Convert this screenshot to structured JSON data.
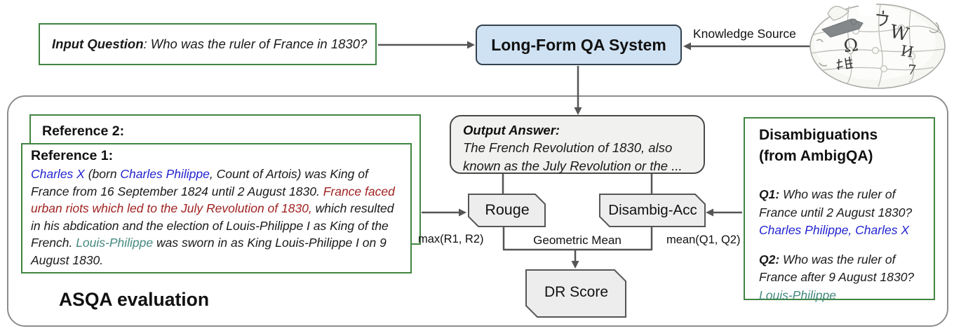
{
  "colors": {
    "reference_border_green": "#418541",
    "qa_box_fill": "#cfe2f3",
    "qa_box_border": "#33424f",
    "metric_box_fill": "#ededed",
    "metric_box_border": "#565656",
    "container_border": "#8d8d8d",
    "arrow_gray": "#555555",
    "entity_blue": "#2323d1",
    "fact_red": "#a02222",
    "entity_teal": "#45897f"
  },
  "top": {
    "input_question_label": "Input Question",
    "input_question_text": ": Who was the ruler of France in 1830?",
    "qa_system_label": "Long-Form QA System",
    "knowledge_source_label": "Knowledge Source",
    "globe_glyphs": [
      "ウ",
      "W",
      "Ω",
      "И",
      "維",
      "7"
    ]
  },
  "evaluation": {
    "caption": "ASQA evaluation",
    "reference2_label": "Reference 2:",
    "reference1_label": "Reference 1:",
    "reference1_segments": [
      {
        "text": "Charles X",
        "color": "#2323d1"
      },
      {
        "text": " (born ",
        "color": "#1a1a1a"
      },
      {
        "text": "Charles Philippe",
        "color": "#2323d1"
      },
      {
        "text": ", Count of Artois) was King of France from 16 September 1824 until 2 August 1830. ",
        "color": "#1a1a1a"
      },
      {
        "text": "France faced urban riots which led to the July Revolution of 1830,",
        "color": "#a02222"
      },
      {
        "text": " which resulted in his abdication and the election of Louis-Philippe I as King of the French. ",
        "color": "#1a1a1a"
      },
      {
        "text": "Louis-Philippe",
        "color": "#45897f"
      },
      {
        "text": " was sworn in as King Louis-Philippe I on 9 August 1830.",
        "color": "#1a1a1a"
      }
    ],
    "output_answer_label": "Output Answer:",
    "output_answer_text": "The French Revolution of 1830, also known as the July Revolution or the ...",
    "rouge_label": "Rouge",
    "disambig_acc_label": "Disambig-Acc",
    "dr_score_label": "DR Score",
    "max_label": "max(R1, R2)",
    "geometric_mean_label": "Geometric Mean",
    "mean_label": "mean(Q1, Q2)",
    "disambiguations": {
      "title_line1": "Disambiguations",
      "title_line2": "(from AmbigQA)",
      "q1_label": "Q1:",
      "q1_text": " Who was the ruler of France until 2 August 1830?",
      "q1_answer": "Charles Philippe, Charles X",
      "q2_label": "Q2:",
      "q2_text": " Who was the ruler of France after 9 August 1830?",
      "q2_answer": "Louis-Philippe"
    }
  }
}
